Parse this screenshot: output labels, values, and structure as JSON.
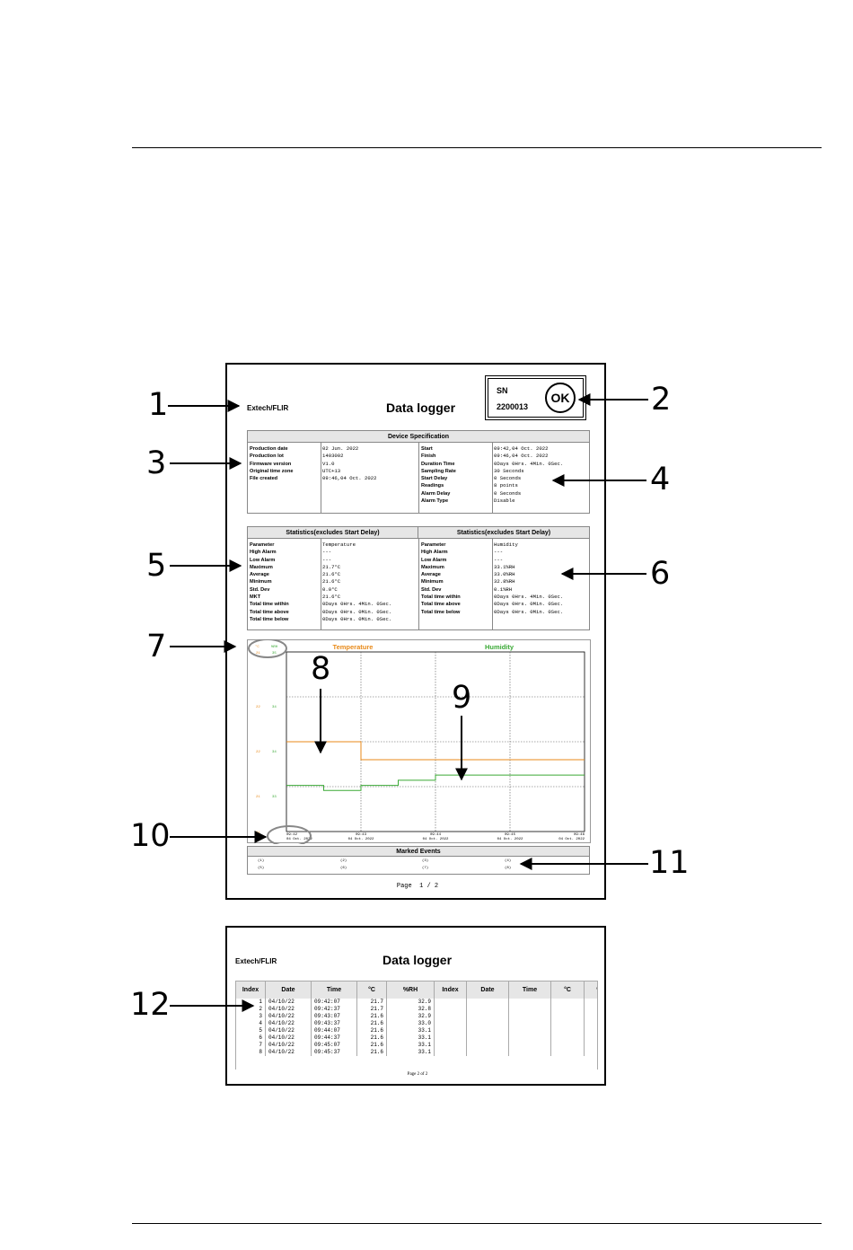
{
  "report_page1": {
    "brand": "Extech/FLIR",
    "title": "Data logger",
    "sn_label": "SN",
    "sn_value": "2200013",
    "status": "OK",
    "device_spec": {
      "header": "Device Specification",
      "left": [
        {
          "label": "Production date",
          "value": "02 Jun. 2022"
        },
        {
          "label": "Production lot",
          "value": "1403002"
        },
        {
          "label": "Firmware version",
          "value": "V1.0"
        },
        {
          "label": "Original time zone",
          "value": "UTC+13"
        },
        {
          "label": "File created",
          "value": "09:46,04 Oct. 2022"
        }
      ],
      "right": [
        {
          "label": "Start",
          "value": "09:42,04 Oct. 2022"
        },
        {
          "label": "Finish",
          "value": "09:46,04 Oct. 2022"
        },
        {
          "label": "Duration Time",
          "value": "0Days 0Hrs. 4Min. 0Sec."
        },
        {
          "label": "Sampling Rate",
          "value": "30 Seconds"
        },
        {
          "label": "Start Delay",
          "value": "0 Seconds"
        },
        {
          "label": "Readings",
          "value": "8 points"
        },
        {
          "label": "Alarm Delay",
          "value": "0 Seconds"
        },
        {
          "label": "Alarm Type",
          "value": "Disable"
        }
      ]
    },
    "statistics": {
      "left_header": "Statistics(excludes Start Delay)",
      "right_header": "Statistics(excludes Start Delay)",
      "left": [
        {
          "label": "Parameter",
          "value": "Temperature"
        },
        {
          "label": "High Alarm",
          "value": "---"
        },
        {
          "label": "Low Alarm",
          "value": "---"
        },
        {
          "label": "Maximum",
          "value": "21.7°C"
        },
        {
          "label": "Average",
          "value": "21.6°C"
        },
        {
          "label": "Minimum",
          "value": "21.6°C"
        },
        {
          "label": "Std. Dev",
          "value": "0.0°C"
        },
        {
          "label": "MKT",
          "value": "21.6°C"
        },
        {
          "label": "Total time within",
          "value": "0Days 0Hrs. 4Min. 0Sec."
        },
        {
          "label": "Total time above",
          "value": "0Days 0Hrs. 0Min. 0Sec."
        },
        {
          "label": "Total time below",
          "value": "0Days 0Hrs. 0Min. 0Sec."
        }
      ],
      "right": [
        {
          "label": "Parameter",
          "value": "Humidity"
        },
        {
          "label": "High Alarm",
          "value": "---"
        },
        {
          "label": "Low Alarm",
          "value": "---"
        },
        {
          "label": "Maximum",
          "value": "33.1%RH"
        },
        {
          "label": "Average",
          "value": "33.0%RH"
        },
        {
          "label": "Minimum",
          "value": "32.8%RH"
        },
        {
          "label": "Std. Dev",
          "value": "0.1%RH"
        },
        {
          "label": "Total time within",
          "value": "0Days 0Hrs. 4Min. 0Sec."
        },
        {
          "label": "Total time above",
          "value": "0Days 0Hrs. 0Min. 0Sec."
        },
        {
          "label": "Total time below",
          "value": "0Days 0Hrs. 0Min. 0Sec."
        }
      ]
    },
    "marked_events": {
      "header": "Marked Events",
      "items": [
        "(1)",
        "(2)",
        "(3)",
        "(4)",
        "(5)",
        "(6)",
        "(7)",
        "(8)"
      ]
    },
    "page_label": "Page  1 / 2"
  },
  "chart_data": {
    "type": "line",
    "series": [
      {
        "name": "Temperature",
        "color": "#e88a1a",
        "unit": "°C",
        "x": [
          "09:42:07",
          "09:42:37",
          "09:43:07",
          "09:43:37",
          "09:44:07",
          "09:44:37",
          "09:45:07",
          "09:45:37"
        ],
        "values": [
          21.7,
          21.7,
          21.6,
          21.6,
          21.6,
          21.6,
          21.6,
          21.6
        ]
      },
      {
        "name": "Humidity",
        "color": "#3aa935",
        "unit": "%RH",
        "x": [
          "09:42:07",
          "09:42:37",
          "09:43:07",
          "09:43:37",
          "09:44:07",
          "09:44:37",
          "09:45:07",
          "09:45:37"
        ],
        "values": [
          32.9,
          32.8,
          32.9,
          33.0,
          33.1,
          33.1,
          33.1,
          33.1
        ]
      }
    ],
    "y_unit_labels": [
      "°C",
      "%RH"
    ],
    "left_axis_ticks": [
      "21",
      "22",
      "22",
      "21",
      "21"
    ],
    "right_axis_ticks": [
      "35",
      "34",
      "34",
      "33"
    ],
    "x_ticks": [
      {
        "time": "09:42",
        "date": "04 Oct. 2022"
      },
      {
        "time": "09:43",
        "date": "04 Oct. 2022"
      },
      {
        "time": "09:44",
        "date": "04 Oct. 2022"
      },
      {
        "time": "09:45",
        "date": "04 Oct. 2022"
      },
      {
        "time": "09:46",
        "date": "04 Oct. 2022"
      }
    ],
    "grid": true,
    "legend": "top"
  },
  "report_page2": {
    "brand": "Extech/FLIR",
    "title": "Data logger",
    "columns": [
      "Index",
      "Date",
      "Time",
      "°C",
      "%RH",
      "Index",
      "Date",
      "Time",
      "°C",
      "%RH"
    ],
    "rows": [
      [
        "1",
        "04/10/22",
        "09:42:07",
        "21.7",
        "32.9"
      ],
      [
        "2",
        "04/10/22",
        "09:42:37",
        "21.7",
        "32.8"
      ],
      [
        "3",
        "04/10/22",
        "09:43:07",
        "21.6",
        "32.9"
      ],
      [
        "4",
        "04/10/22",
        "09:43:37",
        "21.6",
        "33.0"
      ],
      [
        "5",
        "04/10/22",
        "09:44:07",
        "21.6",
        "33.1"
      ],
      [
        "6",
        "04/10/22",
        "09:44:37",
        "21.6",
        "33.1"
      ],
      [
        "7",
        "04/10/22",
        "09:45:07",
        "21.6",
        "33.1"
      ],
      [
        "8",
        "04/10/22",
        "09:45:37",
        "21.6",
        "33.1"
      ]
    ],
    "page_label": "Page 2 of 2"
  },
  "callouts": [
    "1",
    "2",
    "3",
    "4",
    "5",
    "6",
    "7",
    "8",
    "9",
    "10",
    "11",
    "12"
  ]
}
